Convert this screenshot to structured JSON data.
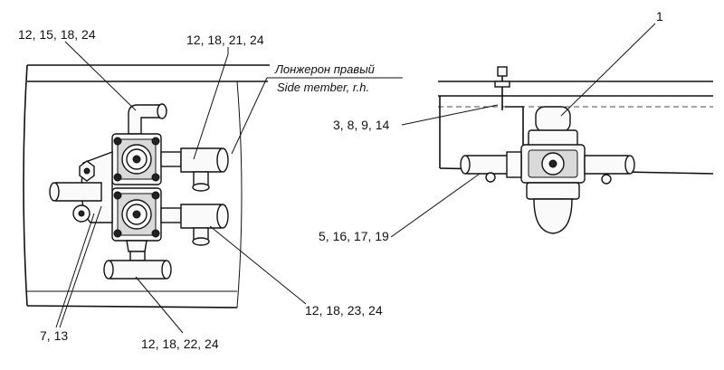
{
  "labels": {
    "left_top_a": "12, 15, 18, 24",
    "left_top_b": "12, 18, 21, 24",
    "left_bottom_a": "7, 13",
    "left_bottom_b": "12, 18, 22, 24",
    "left_right": "12, 18, 23, 24",
    "member_ru": "Лонжерон правый",
    "member_en": "Side member, r.h.",
    "right_one": "1",
    "right_a": "3, 8, 9, 14",
    "right_b": "5, 16, 17, 19"
  }
}
